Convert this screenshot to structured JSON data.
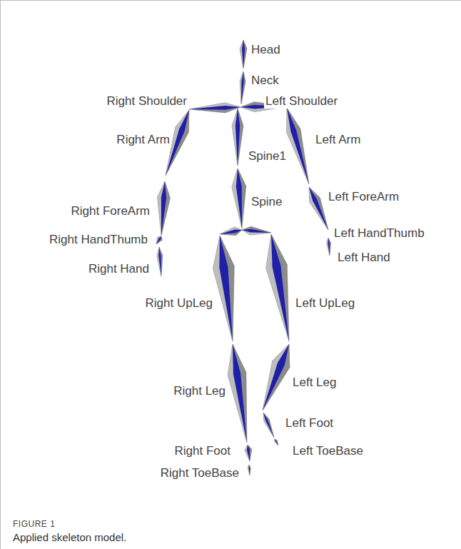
{
  "diagram": {
    "caption": "Applied skeleton model.",
    "labels": [
      "Head",
      "Neck",
      "Right Shoulder",
      "Left Shoulder",
      "Right Arm",
      "Spine1",
      "Left Arm",
      "Spine",
      "Right ForeArm",
      "Left ForeArm",
      "Right HandThumb",
      "Left HandThumb",
      "Right Hand",
      "Left Hand",
      "Right UpLeg",
      "Left UpLeg",
      "Right Leg",
      "Left Leg",
      "Left Foot",
      "Right Foot",
      "Left ToeBase",
      "Right ToeBase",
      "FIGURE 1"
    ]
  }
}
